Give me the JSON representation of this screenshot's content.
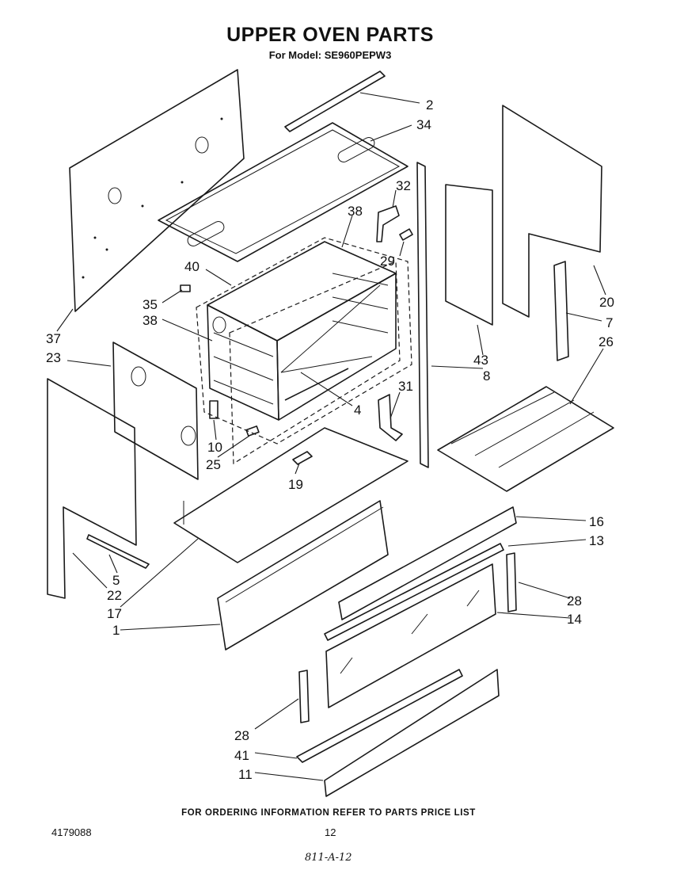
{
  "title": "UPPER OVEN PARTS",
  "subtitle": "For Model: SE960PEPW3",
  "footer": "FOR ORDERING INFORMATION REFER TO PARTS PRICE LIST",
  "doc_number": "4179088",
  "page_number": "12",
  "handwritten_note": "811-A-12",
  "callouts": {
    "c2": "2",
    "c34": "34",
    "c32": "32",
    "c38a": "38",
    "c29": "29",
    "c40": "40",
    "c35": "35",
    "c38b": "38",
    "c37": "37",
    "c23": "23",
    "c43": "43",
    "c8": "8",
    "c20": "20",
    "c7": "7",
    "c26": "26",
    "c31": "31",
    "c4": "4",
    "c10": "10",
    "c25": "25",
    "c19": "19",
    "c16": "16",
    "c13": "13",
    "c5": "5",
    "c22": "22",
    "c17": "17",
    "c28a": "28",
    "c14": "14",
    "c1": "1",
    "c28b": "28",
    "c41": "41",
    "c11": "11"
  }
}
